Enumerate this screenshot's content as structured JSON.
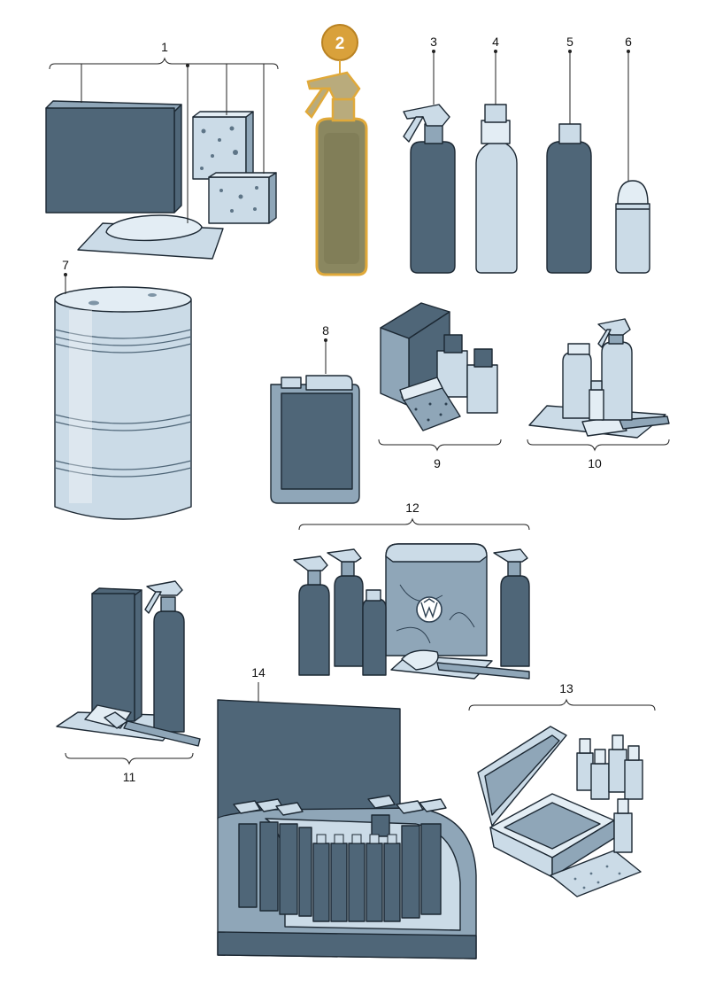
{
  "diagram": {
    "highlight_color": "#e0a93a",
    "items": [
      {
        "id": "1",
        "label": "1",
        "icon": "sponge-and-cloth-set-icon"
      },
      {
        "id": "2",
        "label": "2",
        "icon": "spray-bottle-icon",
        "highlighted": true
      },
      {
        "id": "3",
        "label": "3",
        "icon": "spray-bottle-icon"
      },
      {
        "id": "4",
        "label": "4",
        "icon": "bottle-icon"
      },
      {
        "id": "5",
        "label": "5",
        "icon": "bottle-icon"
      },
      {
        "id": "6",
        "label": "6",
        "icon": "aerosol-can-icon"
      },
      {
        "id": "7",
        "label": "7",
        "icon": "drum-barrel-icon"
      },
      {
        "id": "8",
        "label": "8",
        "icon": "canister-icon"
      },
      {
        "id": "9",
        "label": "9",
        "icon": "care-kit-icon"
      },
      {
        "id": "10",
        "label": "10",
        "icon": "care-kit-icon"
      },
      {
        "id": "11",
        "label": "11",
        "icon": "cleaning-set-icon"
      },
      {
        "id": "12",
        "label": "12",
        "icon": "care-bag-set-icon"
      },
      {
        "id": "13",
        "label": "13",
        "icon": "case-set-icon"
      },
      {
        "id": "14",
        "label": "14",
        "icon": "display-stand-icon"
      }
    ],
    "bag_emblem": "vw-logo"
  }
}
